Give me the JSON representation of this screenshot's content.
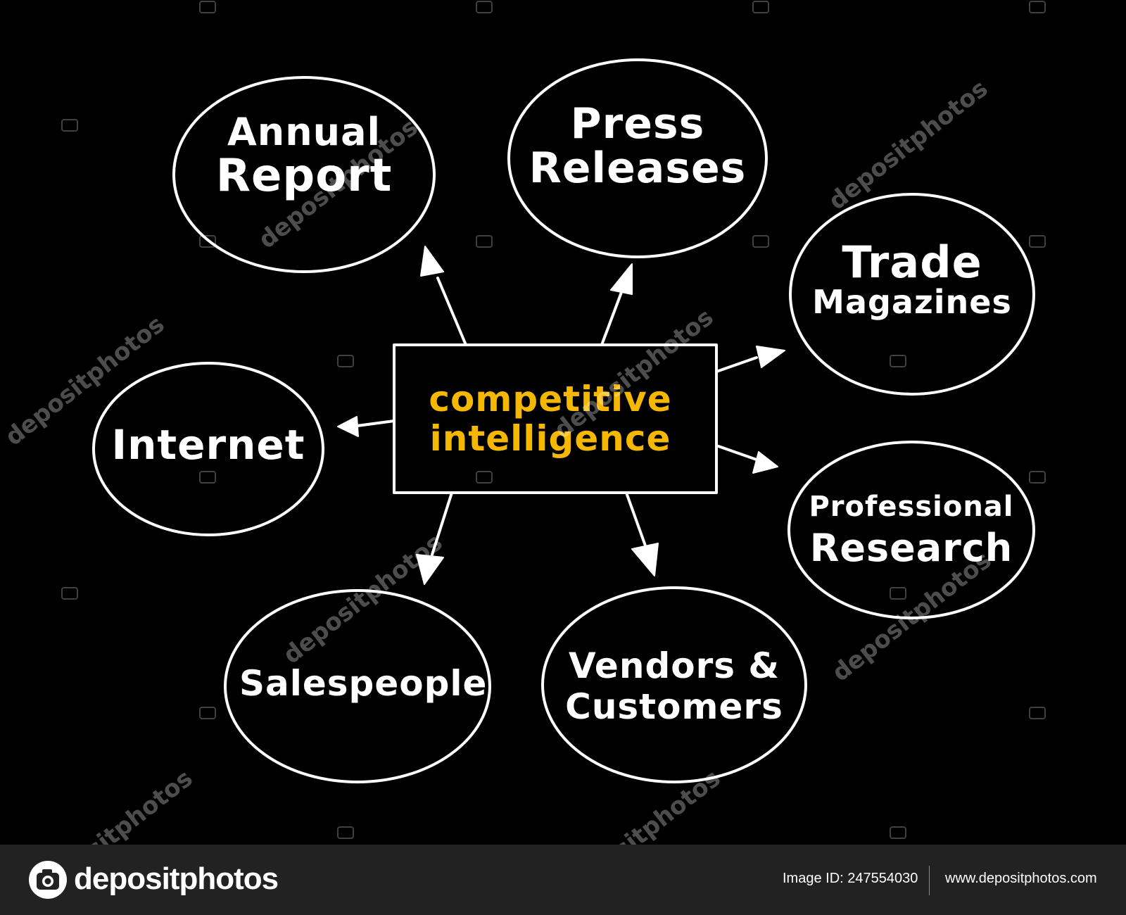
{
  "center": {
    "line1": "competitive",
    "line2": "intelligence"
  },
  "nodes": {
    "annual_report": [
      "Annual",
      "Report"
    ],
    "press_releases": [
      "Press",
      "Releases"
    ],
    "trade_magazines": [
      "Trade",
      "Magazines"
    ],
    "internet": [
      "Internet"
    ],
    "professional_research": [
      "Professional",
      "Research"
    ],
    "salespeople": [
      "Salespeople"
    ],
    "vendors_customers": [
      "Vendors &",
      "Customers"
    ]
  },
  "watermark": {
    "text": "depositphotos"
  },
  "footer": {
    "brand": "depositphotos",
    "image_id": "Image ID: 247554030",
    "url": "www.depositphotos.com"
  },
  "colors": {
    "background": "#000000",
    "stroke": "#ffffff",
    "center_text": "#f5b700",
    "footer_background": "#222222"
  }
}
